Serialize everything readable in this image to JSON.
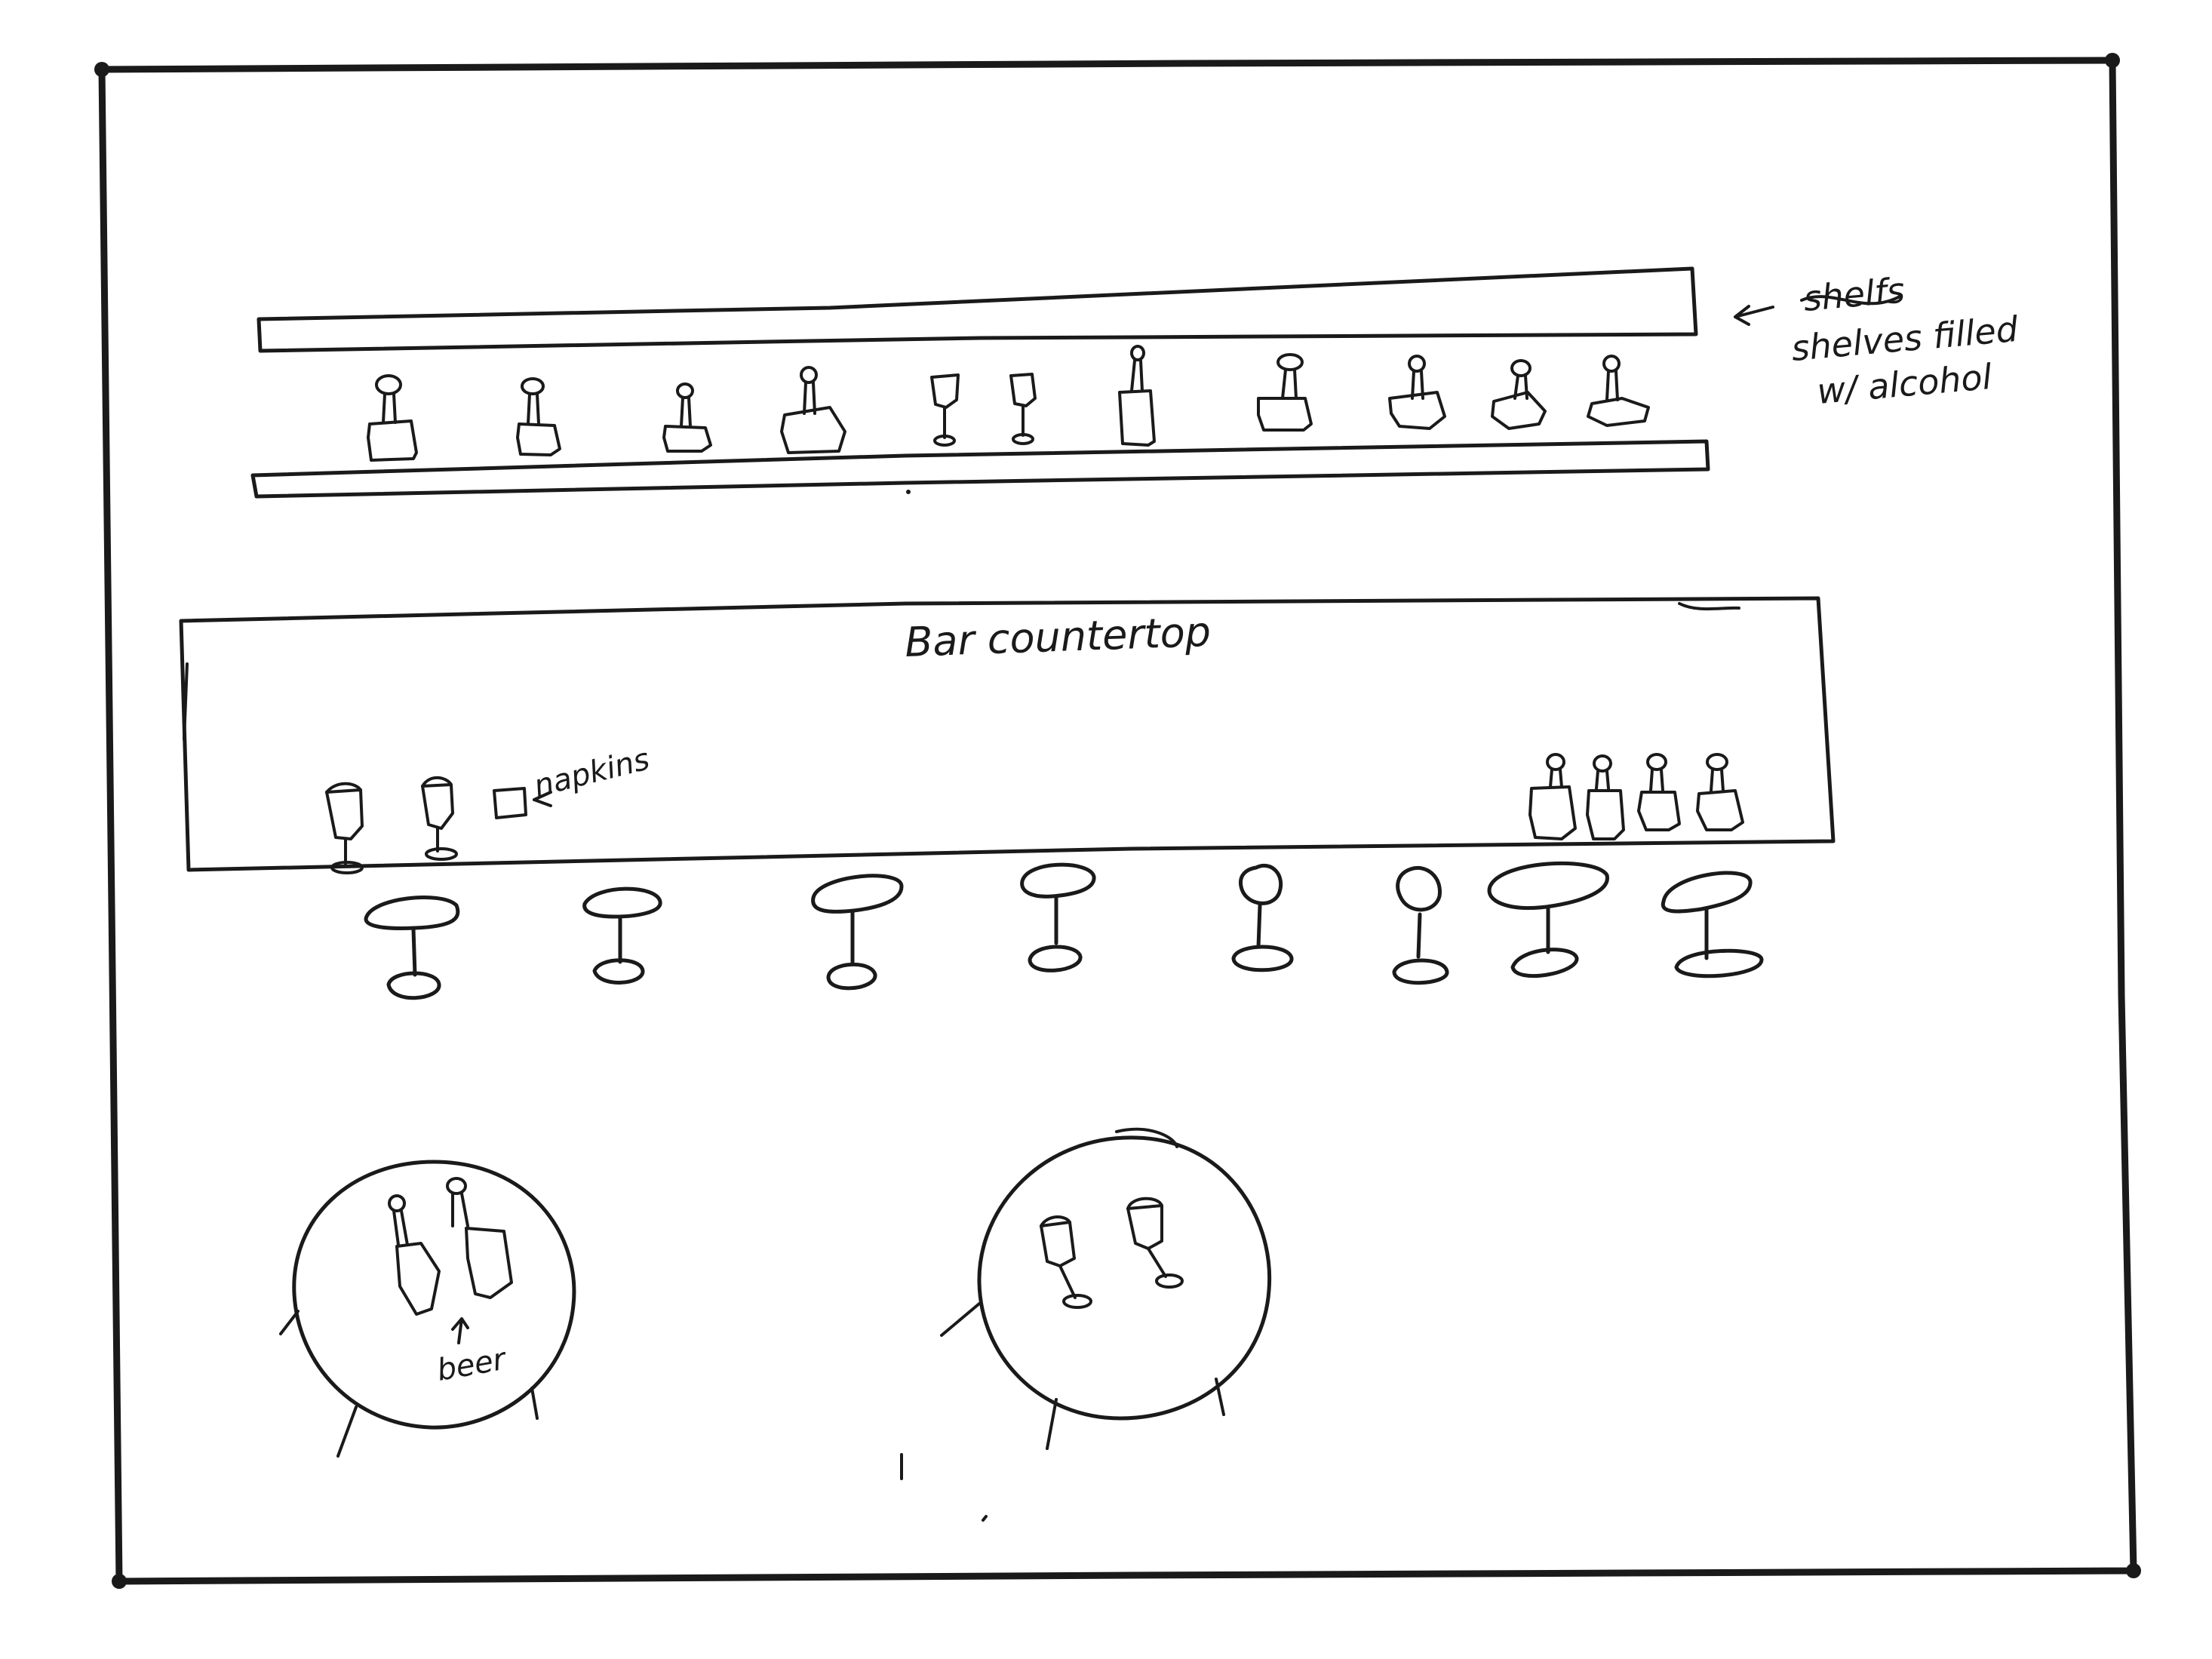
{
  "labels": {
    "counter": "Bar countertop",
    "napkins": "napkins",
    "shelf_struck": "shelfs",
    "shelf_line1": "shelves filled",
    "shelf_line2": "w/ alcohol",
    "beer": "beer"
  },
  "icons": {
    "arrow_left": "arrow-left-icon",
    "arrow_up": "arrow-up-icon"
  },
  "colors": {
    "ink": "#1a1a1a",
    "paper": "#ffffff"
  }
}
